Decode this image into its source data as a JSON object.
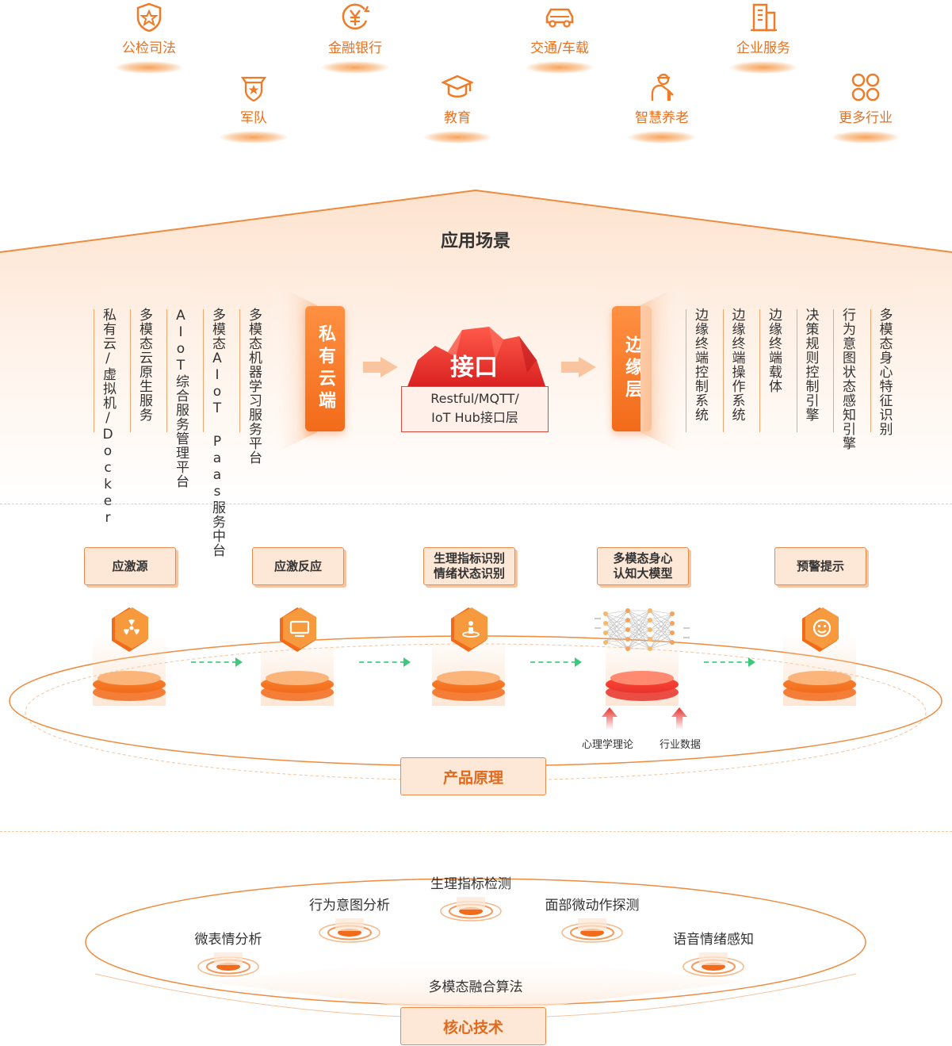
{
  "industries": [
    {
      "label": "公检司法",
      "icon": "shield-star-icon"
    },
    {
      "label": "军队",
      "icon": "military-badge-icon"
    },
    {
      "label": "金融银行",
      "icon": "yuan-coin-icon"
    },
    {
      "label": "教育",
      "icon": "graduation-cap-icon"
    },
    {
      "label": "交通/车载",
      "icon": "car-icon"
    },
    {
      "label": "智慧养老",
      "icon": "elderly-person-icon"
    },
    {
      "label": "企业服务",
      "icon": "office-building-icon"
    },
    {
      "label": "更多行业",
      "icon": "four-petal-grid-icon"
    }
  ],
  "application": {
    "title": "应用场景",
    "left_items": [
      "私有云/虚拟机/Docker",
      "多模态云原生服务",
      "AIoT综合服务管理平台",
      "多模态AIoT Paas服务中台",
      "多模态机器学习服务平台"
    ],
    "left_pill": "私有云端",
    "interface": {
      "title": "接口",
      "subtitle_line1": "Restful/MQTT/",
      "subtitle_line2": "IoT Hub接口层"
    },
    "right_pill": "边缘层",
    "right_items": [
      "边缘终端控制系统",
      "边缘终端操作系统",
      "边缘终端载体",
      "决策规则控制引擎",
      "行为意图状态感知引擎",
      "多模态身心特征识别"
    ]
  },
  "principle": {
    "title": "产品原理",
    "stages": [
      {
        "label": "应激源",
        "icon": "radiation-icon"
      },
      {
        "label": "应激反应",
        "icon": "monitor-icon"
      },
      {
        "label": "生理指标识别\n情绪状态识别",
        "icon": "person-scan-icon"
      },
      {
        "label": "多模态身心\n认知大模型",
        "icon": "neural-network-icon"
      },
      {
        "label": "预警提示",
        "icon": "smiley-icon"
      }
    ],
    "inputs": [
      "心理学理论",
      "行业数据"
    ]
  },
  "core": {
    "title": "核心技术",
    "center": "多模态融合算法",
    "items": [
      "微表情分析",
      "行为意图分析",
      "生理指标检测",
      "面部微动作探测",
      "语音情绪感知"
    ]
  },
  "colors": {
    "accent": "#f26b1a",
    "accent_light": "#fde7d6",
    "red": "#e8312a",
    "green": "#3fc77a"
  }
}
